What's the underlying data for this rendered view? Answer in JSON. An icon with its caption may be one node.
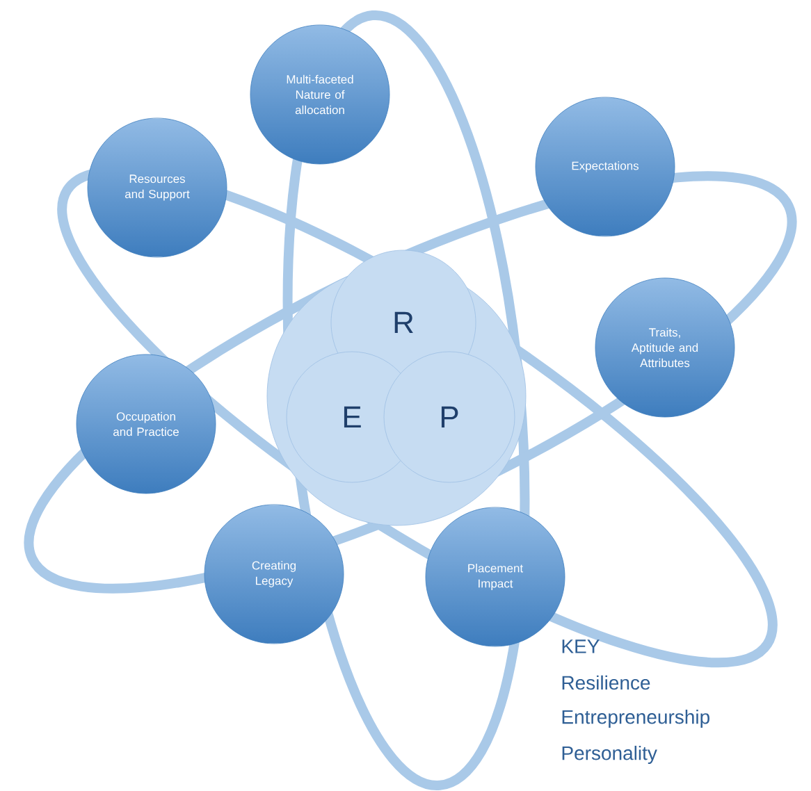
{
  "diagram": {
    "nodes": [
      {
        "text": [
          "Multi-faceted Nature of allocation"
        ]
      },
      {
        "text": [
          "Resources and Support"
        ]
      },
      {
        "text": [
          "Expectations"
        ]
      },
      {
        "text": [],
        "shape": "circle"
      },
      {
        "text": [
          "R"
        ],
        "in": 3
      },
      {
        "text": [
          "E"
        ],
        "in": 3
      },
      {
        "text": [
          "P"
        ],
        "in": 3
      },
      {
        "text": [
          "Traits, Aptitude and Attributes"
        ]
      },
      {
        "text": [
          "Occupation and Practice"
        ]
      },
      {
        "text": [
          "Creating Legacy"
        ]
      },
      {
        "text": [
          "Placement Impact"
        ]
      }
    ],
    "labels": [
      "KEY",
      "Resilience",
      "Entrepreneurship",
      "Personality"
    ]
  }
}
